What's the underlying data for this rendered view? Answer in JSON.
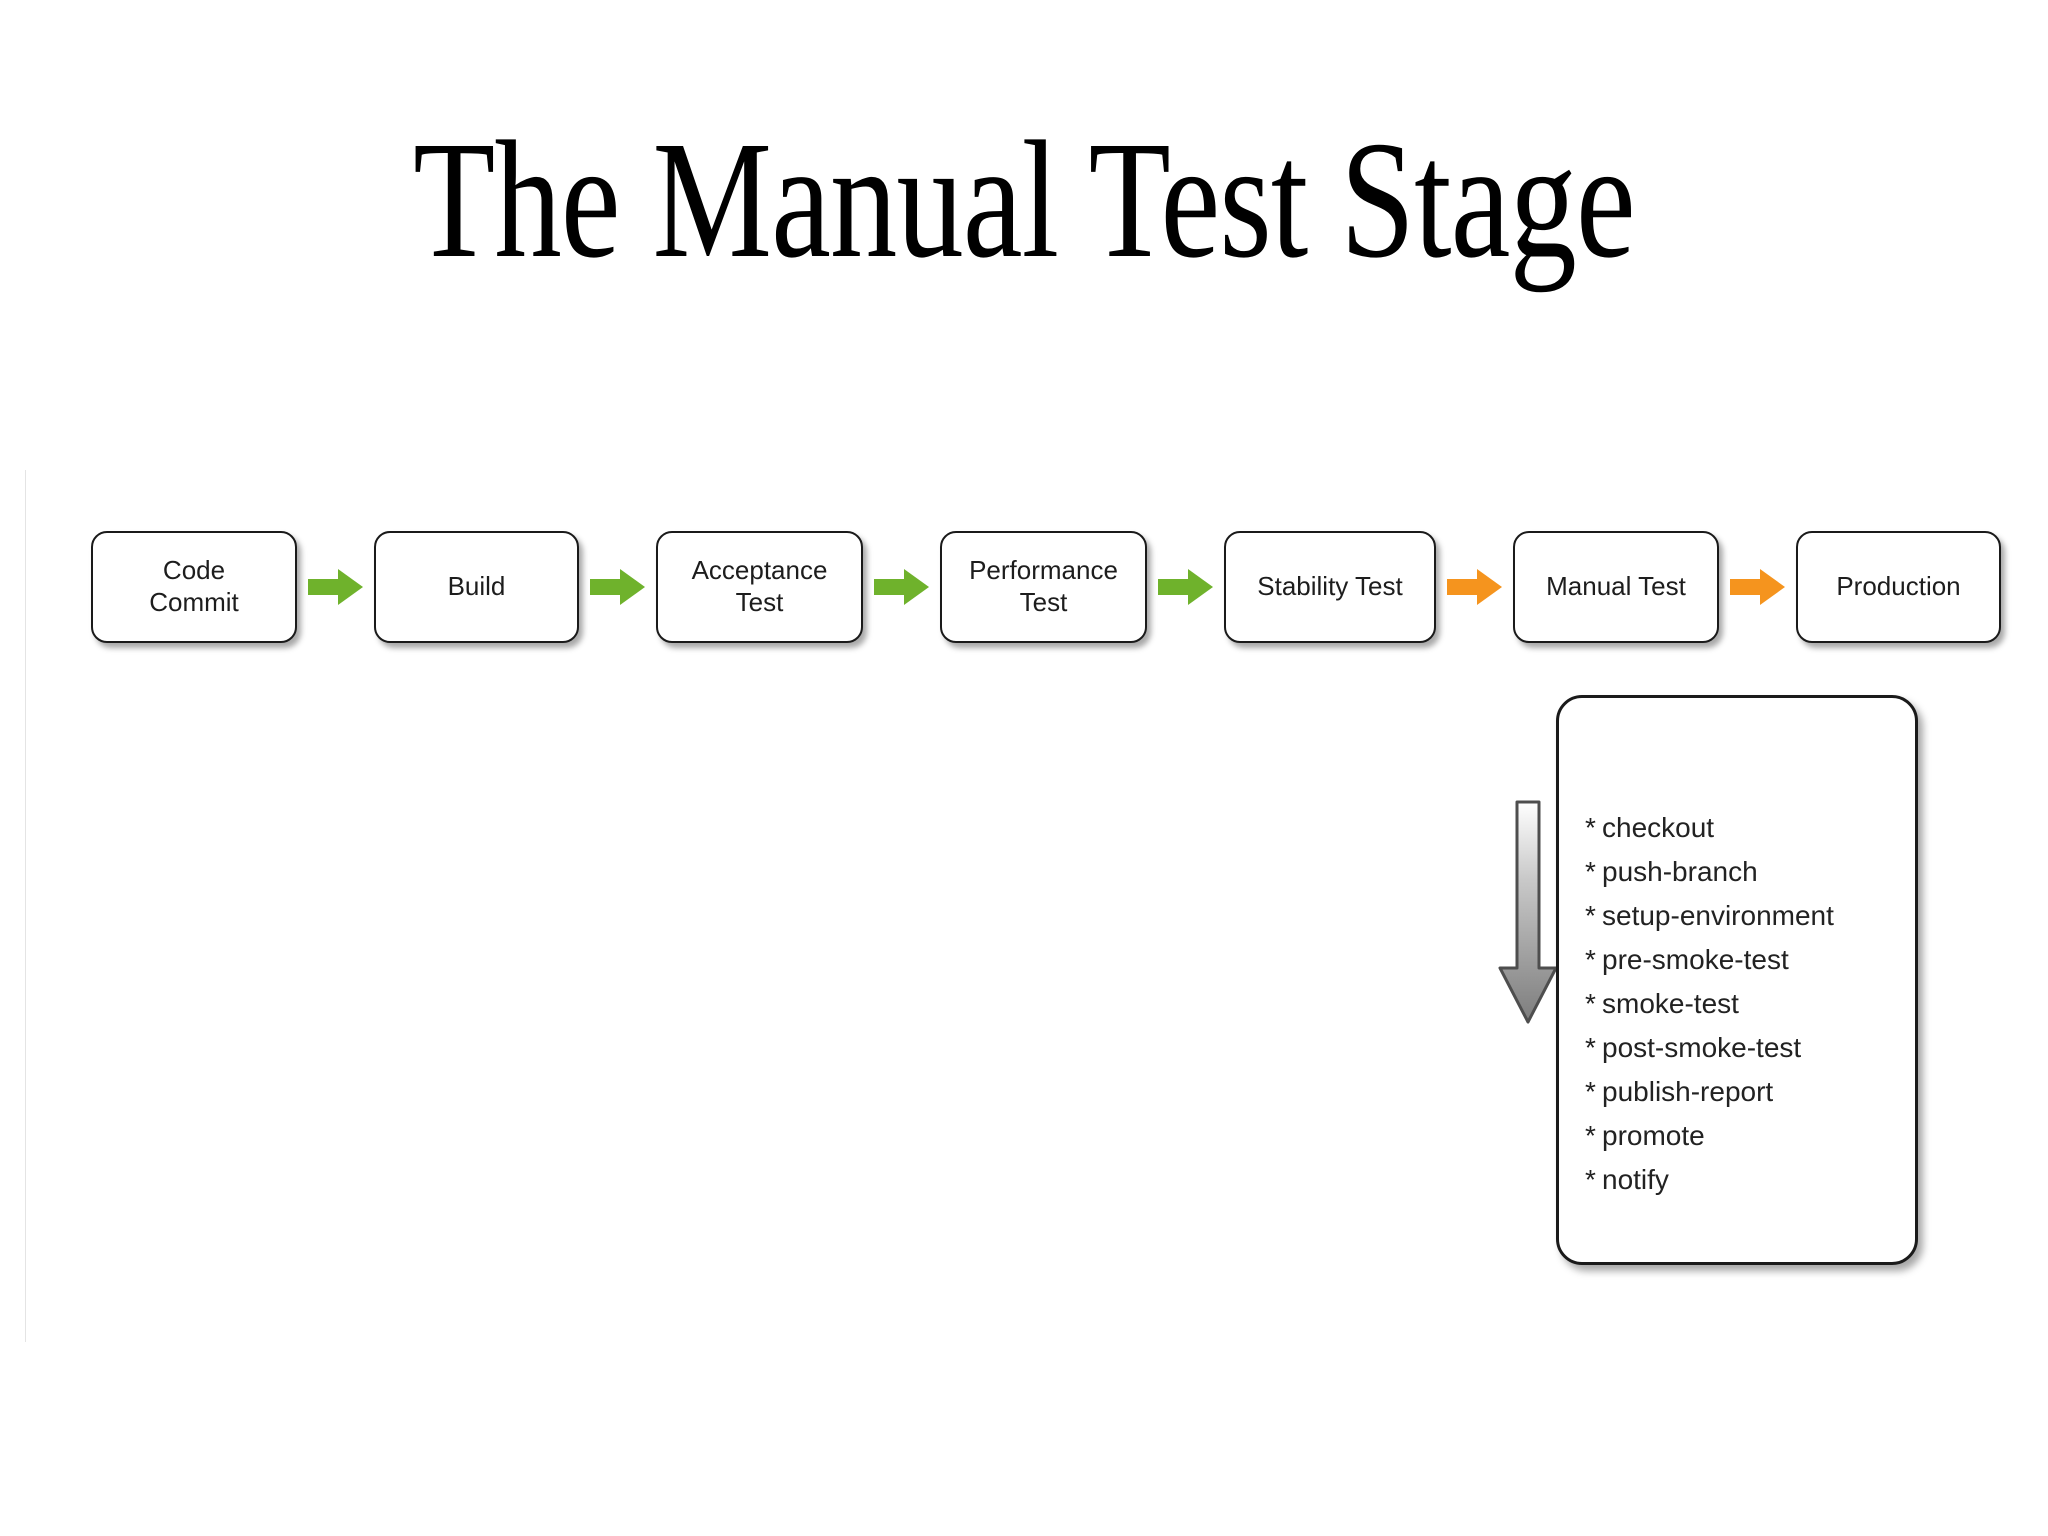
{
  "slide": {
    "title": "The Manual Test Stage"
  },
  "pipeline": {
    "stages": [
      {
        "id": "code-commit",
        "label": "Code\nCommit",
        "line1": "Code",
        "line2": "Commit"
      },
      {
        "id": "build",
        "label": "Build",
        "line1": "Build",
        "line2": ""
      },
      {
        "id": "acceptance-test",
        "label": "Acceptance\nTest",
        "line1": "Acceptance",
        "line2": "Test"
      },
      {
        "id": "performance-test",
        "label": "Performance\nTest",
        "line1": "Performance",
        "line2": "Test"
      },
      {
        "id": "stability-test",
        "label": "Stability Test",
        "line1": "Stability Test",
        "line2": ""
      },
      {
        "id": "manual-test",
        "label": "Manual Test",
        "line1": "Manual Test",
        "line2": ""
      },
      {
        "id": "production",
        "label": "Production",
        "line1": "Production",
        "line2": ""
      }
    ],
    "arrows": [
      {
        "from": "code-commit",
        "to": "build",
        "color": "#6fb22c",
        "kind": "green"
      },
      {
        "from": "build",
        "to": "acceptance-test",
        "color": "#6fb22c",
        "kind": "green"
      },
      {
        "from": "acceptance-test",
        "to": "performance-test",
        "color": "#6fb22c",
        "kind": "green"
      },
      {
        "from": "performance-test",
        "to": "stability-test",
        "color": "#6fb22c",
        "kind": "green"
      },
      {
        "from": "stability-test",
        "to": "manual-test",
        "color": "#f5941e",
        "kind": "orange"
      },
      {
        "from": "manual-test",
        "to": "production",
        "color": "#f5941e",
        "kind": "orange"
      }
    ]
  },
  "detail": {
    "source_stage": "manual-test",
    "drill_arrow": {
      "direction": "down",
      "fill_top": "#ffffff",
      "fill_bottom": "#7b7b7b",
      "stroke": "#4a4a4a"
    },
    "bullet_char": "*",
    "tasks": [
      {
        "name": "checkout"
      },
      {
        "name": "push-branch"
      },
      {
        "name": "setup-environment"
      },
      {
        "name": "pre-smoke-test"
      },
      {
        "name": "smoke-test"
      },
      {
        "name": "post-smoke-test"
      },
      {
        "name": "publish-report"
      },
      {
        "name": "promote"
      },
      {
        "name": "notify"
      }
    ]
  },
  "colors": {
    "background": "#ffffff",
    "box_border": "#1a1a1a",
    "box_fill": "#ffffff",
    "text": "#1d1d1d",
    "arrow_green": "#6fb22c",
    "arrow_orange": "#f5941e",
    "arrow_grey": "#7b7b7b",
    "canvas_rule": "#e4e4e4"
  }
}
